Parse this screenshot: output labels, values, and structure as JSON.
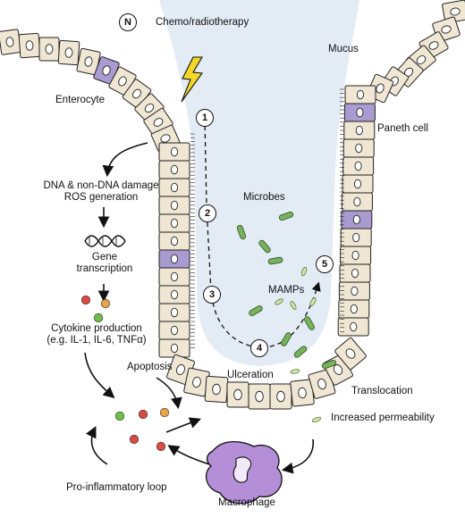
{
  "title": "Chemo/radiotherapy",
  "badge_n": "N",
  "labels": {
    "enterocyte": "Enterocyte",
    "mucus": "Mucus",
    "paneth": "Paneth cell",
    "microbes": "Microbes",
    "mamps": "MAMPs",
    "ulceration": "Ulceration",
    "translocation": "Translocation",
    "permeability": "Increased permeability",
    "macrophage": "Macrophage",
    "loop": "Pro-inflammatory loop",
    "apoptosis": "Apoptosis",
    "damage_line1": "DNA & non-DNA damage",
    "damage_line2": "ROS generation",
    "gene_line1": "Gene",
    "gene_line2": "transcription",
    "cytokine_line1": "Cytokine production",
    "cytokine_line2": "(e.g. IL-1, IL-6, TNFα)"
  },
  "steps": [
    "1",
    "2",
    "3",
    "4",
    "5"
  ],
  "colors": {
    "cell_fill": "#efe6d3",
    "paneth": "#a99ad0",
    "lumen": "#e3ebf5",
    "microbe": "#77b25c",
    "macrophage": "#b48ed6",
    "red_dot": "#d94a42",
    "green_dot": "#6fbf4a",
    "orange_dot": "#e8a347",
    "bolt": "#f3d62a"
  }
}
